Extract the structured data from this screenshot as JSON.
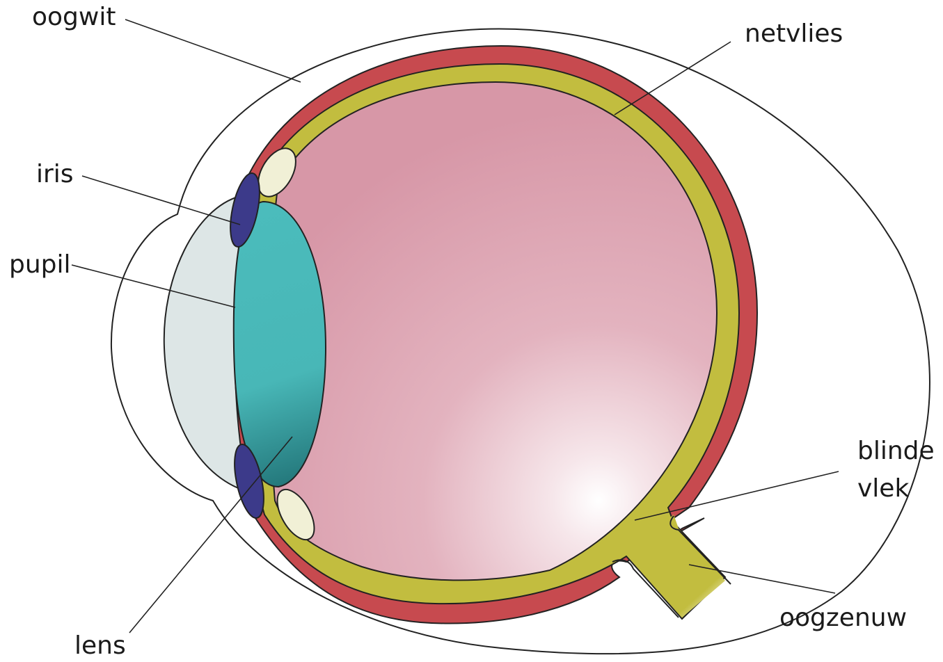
{
  "labels": {
    "oogwit": "oogwit",
    "netvlies": "netvlies",
    "iris": "iris",
    "pupil": "pupil",
    "blinde_1": "blinde",
    "blinde_2": "vlek",
    "lens": "lens",
    "oogzenuw": "oogzenuw"
  },
  "colors": {
    "sclera": "#ffffff",
    "choroid": "#c74a4f",
    "retina": "#c2bd3f",
    "vitreous": "#d797a7",
    "lens": "#4bbcbc",
    "cornea_chamber": "#dde6e6",
    "iris": "#3c3a8a",
    "ciliary": "#f1f0d6",
    "outline": "#222222"
  }
}
